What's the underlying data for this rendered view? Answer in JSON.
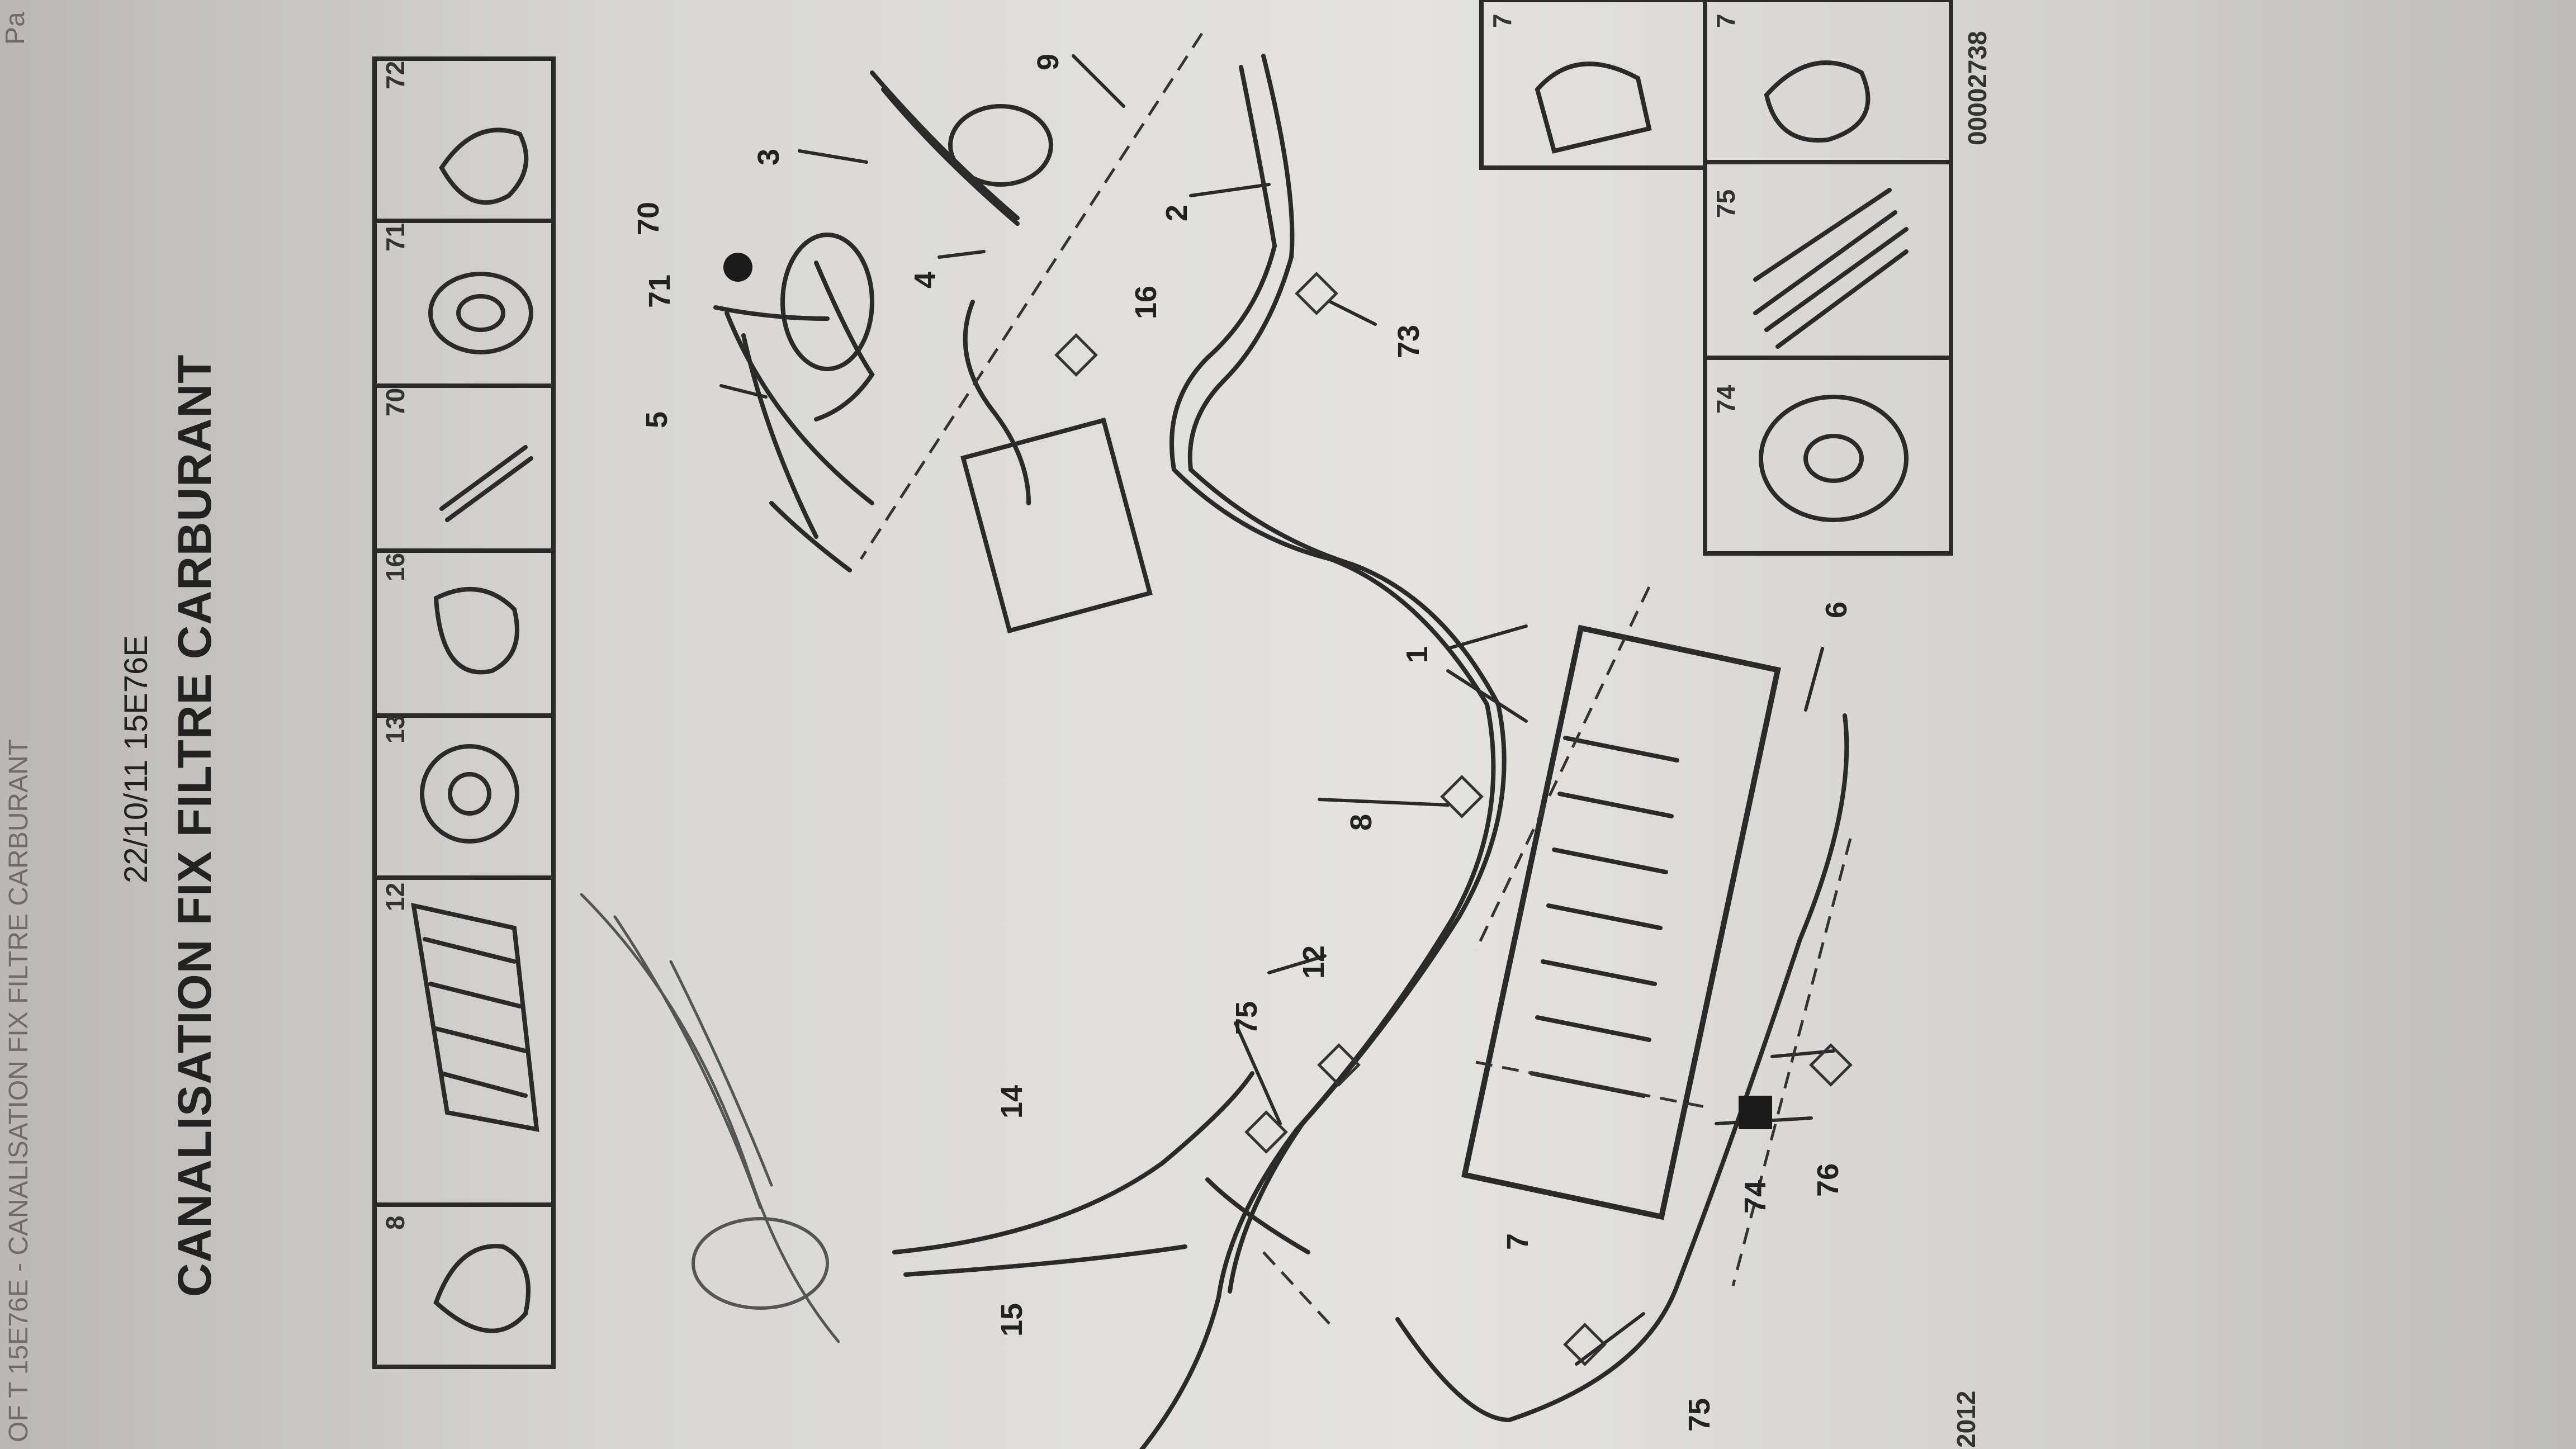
{
  "header": {
    "running_header": "OF T 15E76E - CANALISATION FIX FILTRE CARBURANT",
    "page_mark": "Pa",
    "date_ref": "22/10/11 15E76E",
    "title": "CANALISATION FIX FILTRE CARBURANT"
  },
  "parts_strip": [
    "8",
    "12",
    "13",
    "16",
    "70",
    "71",
    "72"
  ],
  "side_box": [
    "74",
    "75",
    "7",
    "7"
  ],
  "callouts": [
    "1",
    "2",
    "3",
    "4",
    "5",
    "6",
    "7",
    "8",
    "9",
    "12",
    "14",
    "15",
    "16",
    "70",
    "71",
    "73",
    "74",
    "75",
    "75",
    "76"
  ],
  "footer": {
    "ref_number": "00002738",
    "year_fragment": "2012"
  }
}
